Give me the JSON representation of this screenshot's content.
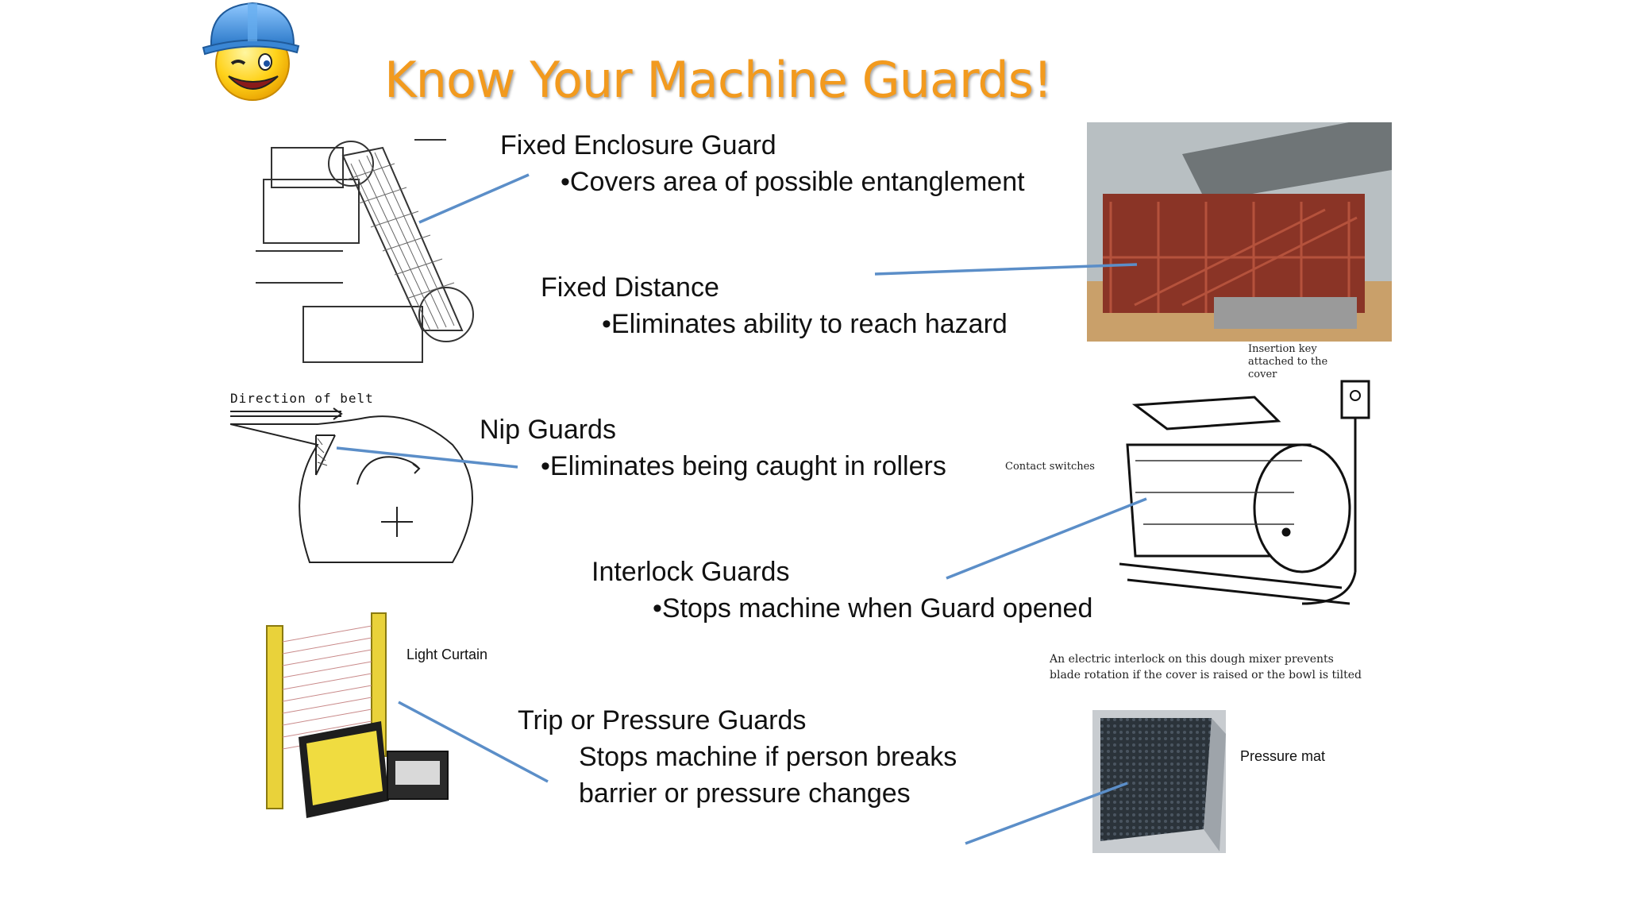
{
  "slide": {
    "title": "Know Your Machine Guards!",
    "mascot_icon": "smiley-hard-hat-icon",
    "sections": [
      {
        "heading": "Fixed Enclosure Guard",
        "detail": "•Covers area of possible entanglement"
      },
      {
        "heading": "Fixed Distance",
        "detail": "•Eliminates ability to reach hazard"
      },
      {
        "heading": "Nip Guards",
        "detail": "•Eliminates being caught in rollers"
      },
      {
        "heading": "Interlock Guards",
        "detail": "•Stops machine when Guard opened"
      },
      {
        "heading": "Trip or Pressure Guards",
        "detail_line1": "Stops machine if person breaks",
        "detail_line2": "barrier or pressure changes"
      }
    ],
    "labels": {
      "direction_of_belt": "Direction of belt",
      "insertion_key": "Insertion key attached to the cover",
      "contact_switches": "Contact switches",
      "interlock_caption_1": "An electric interlock on this dough mixer prevents",
      "interlock_caption_2": "blade rotation if the cover is raised or the bowl is tilted",
      "light_curtain": "Light Curtain",
      "pressure_mat": "Pressure mat"
    },
    "colors": {
      "title": "#f29a1e",
      "connector_line": "#5b8ec8"
    }
  }
}
